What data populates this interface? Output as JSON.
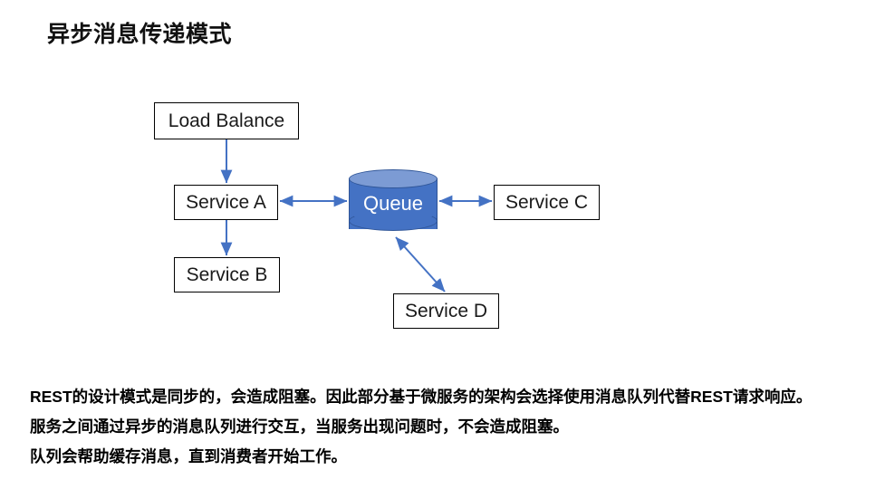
{
  "slide": {
    "title": "异步消息传递模式",
    "background_color": "#ffffff"
  },
  "theme": {
    "accent_blue": "#4472C4",
    "accent_blue_dark": "#2F5597",
    "accent_blue_light": "#7C9BD4",
    "box_border": "#000000",
    "box_fill": "#ffffff",
    "text_color": "#000000"
  },
  "diagram": {
    "nodes": [
      {
        "id": "load-balance",
        "label": "Load Balance",
        "shape": "rectangle"
      },
      {
        "id": "service-a",
        "label": "Service A",
        "shape": "rectangle"
      },
      {
        "id": "service-b",
        "label": "Service B",
        "shape": "rectangle"
      },
      {
        "id": "queue",
        "label": "Queue",
        "shape": "cylinder"
      },
      {
        "id": "service-c",
        "label": "Service C",
        "shape": "rectangle"
      },
      {
        "id": "service-d",
        "label": "Service D",
        "shape": "rectangle"
      }
    ],
    "connectors": [
      {
        "id": "load-balance-to-service-a",
        "from": "load-balance",
        "to": "service-a",
        "heads": "single",
        "direction": "down"
      },
      {
        "id": "service-a-to-service-b",
        "from": "service-a",
        "to": "service-b",
        "heads": "single",
        "direction": "down"
      },
      {
        "id": "service-a-queue",
        "from": "service-a",
        "to": "queue",
        "heads": "double",
        "direction": "horizontal"
      },
      {
        "id": "queue-service-c",
        "from": "queue",
        "to": "service-c",
        "heads": "double",
        "direction": "horizontal"
      },
      {
        "id": "queue-service-d",
        "from": "queue",
        "to": "service-d",
        "heads": "double",
        "direction": "diagonal"
      }
    ]
  },
  "body": {
    "lines": [
      "REST的设计模式是同步的，会造成阻塞。因此部分基于微服务的架构会选择使用消息队列代替REST请求响应。",
      "服务之间通过异步的消息队列进行交互，当服务出现问题时，不会造成阻塞。",
      "队列会帮助缓存消息，直到消费者开始工作。"
    ]
  }
}
